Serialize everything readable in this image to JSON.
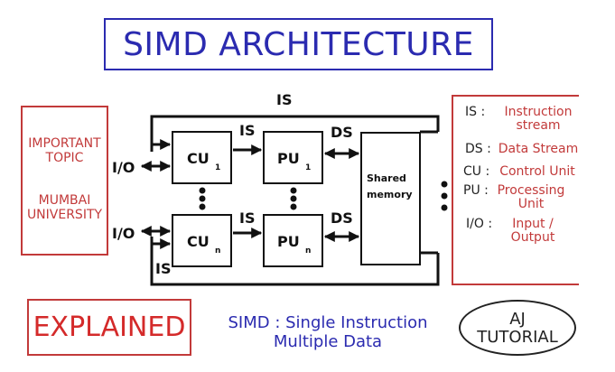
{
  "title": "SIMD ARCHITECTURE",
  "left_box": {
    "line1": "IMPORTANT TOPIC",
    "line2": "MUMBAI UNIVERSITY"
  },
  "diagram": {
    "is_top": "IS",
    "is_cu1": "IS",
    "ds_1": "DS",
    "is_cun": "IS",
    "ds_n": "DS",
    "is_bottom": "IS",
    "io_top": "I/O",
    "io_bottom": "I/O",
    "cu_label": "CU",
    "cu1_sub": "1",
    "cun_sub": "n",
    "pu_label": "PU",
    "pu1_sub": "1",
    "pun_sub": "n",
    "shared_line1": "Shared",
    "shared_line2": "memory"
  },
  "legend": [
    {
      "key": "IS :",
      "value": "Instruction stream"
    },
    {
      "key": "DS :",
      "value": "Data Stream"
    },
    {
      "key": "CU :",
      "value": "Control Unit"
    },
    {
      "key": "PU :",
      "value": "Processing Unit"
    },
    {
      "key": "I/O :",
      "value": "Input / Output"
    }
  ],
  "explained": "EXPLAINED",
  "simd_def": {
    "line1": "SIMD : Single Instruction",
    "line2": "Multiple Data"
  },
  "aj": {
    "line1": "AJ",
    "line2": "TUTORIAL"
  },
  "colors": {
    "blue": "#2b2bb0",
    "red": "#c23a3a",
    "black": "#111111"
  }
}
